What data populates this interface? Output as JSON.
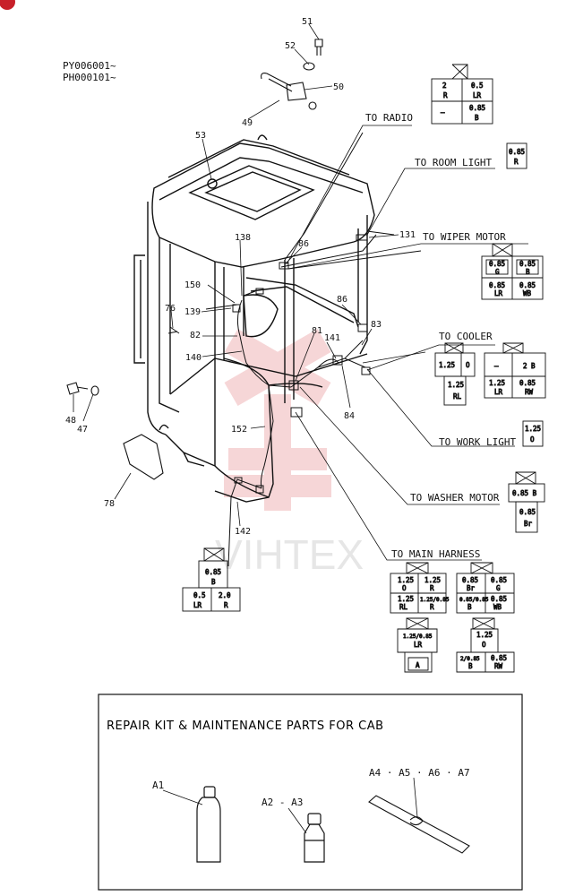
{
  "serials": [
    "PY006001~",
    "PH000101~"
  ],
  "callouts": [
    "51",
    "52",
    "50",
    "49",
    "53",
    "138",
    "86",
    "131",
    "150",
    "139",
    "76",
    "82",
    "140",
    "86",
    "81",
    "141",
    "83",
    "84",
    "152",
    "48",
    "47",
    "78",
    "142"
  ],
  "destinations": {
    "radio": "TO RADIO",
    "room_light": "TO ROOM LIGHT",
    "wiper_motor": "TO WIPER MOTOR",
    "cooler": "TO COOLER",
    "work_light": "TO WORK LIGHT",
    "washer_motor": "TO WASHER MOTOR",
    "main_harness": "TO MAIN HARNESS"
  },
  "connectors": {
    "top": {
      "c1": [
        "2",
        "R"
      ],
      "c2": [
        "0.5",
        "LR"
      ],
      "c3": "—",
      "c4": [
        "0.85",
        "B"
      ]
    },
    "room_light": [
      "0.85",
      "R"
    ],
    "wiper": {
      "c1": [
        "0.85",
        "G"
      ],
      "c2": [
        "0.85",
        "B"
      ],
      "c3": [
        "0.85",
        "LR"
      ],
      "c4": [
        "0.85",
        "WB"
      ]
    },
    "cooler_a": {
      "c1": "1.25",
      "c2": "O",
      "c3": [
        "1.25",
        "RL"
      ]
    },
    "cooler_b": {
      "c1": "—",
      "c2": "2 B",
      "c3": [
        "1.25",
        "LR"
      ],
      "c4": [
        "0.85",
        "RW"
      ]
    },
    "work_light": [
      "1.25",
      "O"
    ],
    "washer": {
      "c1": "0.85 B",
      "c2": [
        "0.85",
        "Br"
      ]
    },
    "lower": {
      "c1": [
        "0.85",
        "B"
      ],
      "c2": [
        "0.5",
        "LR"
      ],
      "c3": [
        "2.0",
        "R"
      ]
    },
    "main_a": {
      "c1": [
        "1.25",
        "O"
      ],
      "c2": [
        "1.25",
        "R"
      ],
      "c3": [
        "1.25",
        "RL"
      ],
      "c4": [
        "1.25/0.85",
        "R"
      ]
    },
    "main_b": {
      "c1": [
        "0.85",
        "Br"
      ],
      "c2": [
        "0.85",
        "G"
      ],
      "c3": [
        "0.85/0.85",
        "B"
      ],
      "c4": [
        "0.85",
        "WB"
      ]
    },
    "main_c": {
      "c1": [
        "1.25/0.85",
        "LR"
      ],
      "c2": "A"
    },
    "main_d": {
      "c1": [
        "1.25",
        "O"
      ],
      "c2": [
        "2/0.85",
        "B"
      ],
      "c3": [
        "0.85",
        "RW"
      ]
    }
  },
  "watermark": "VIHTEX",
  "repair_kit": {
    "title": "REPAIR KIT & MAINTENANCE PARTS FOR CAB",
    "items": [
      "A1",
      "A2 - A3",
      "A4 · A5 · A6 · A7"
    ]
  }
}
